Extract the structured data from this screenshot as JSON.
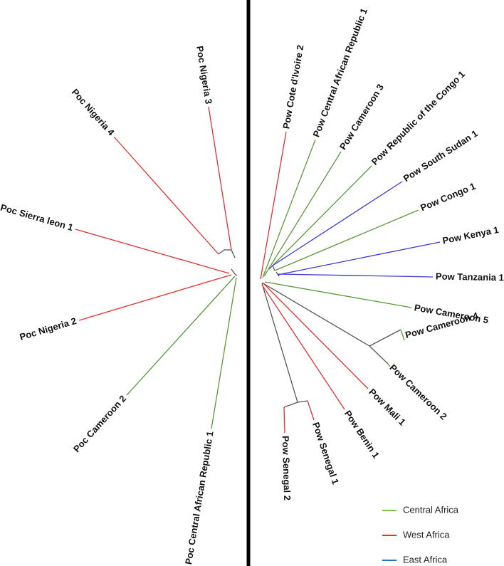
{
  "colors": {
    "central": "#5a9a3c",
    "west": "#e03030",
    "east": "#3b3bd6",
    "internal": "#555555",
    "divider": "#000000"
  },
  "legend": [
    {
      "label": "Central Africa",
      "color": "#7ac143"
    },
    {
      "label": "West Africa",
      "color": "#e03030"
    },
    {
      "label": "East Africa",
      "color": "#2a6fbd"
    }
  ],
  "left_tree": {
    "leaves": [
      {
        "name": "Poc Nigeria 3",
        "region": "west"
      },
      {
        "name": "Poc Nigeria 4",
        "region": "west"
      },
      {
        "name": "Poc Sierra leon 1",
        "region": "west"
      },
      {
        "name": "Poc Nigeria 2",
        "region": "west"
      },
      {
        "name": "Poc Cameroon 2",
        "region": "central"
      },
      {
        "name": "Poc Central African Republic 1",
        "region": "central"
      }
    ]
  },
  "right_tree": {
    "leaves": [
      {
        "name": "Pow Cote d'Ivoire 2",
        "region": "west"
      },
      {
        "name": "Pow Central African Republic 1",
        "region": "central"
      },
      {
        "name": "Pow Cameroon 3",
        "region": "central"
      },
      {
        "name": "Pow Republic of the Congo 1",
        "region": "central"
      },
      {
        "name": "Pow South Sudan 1",
        "region": "east"
      },
      {
        "name": "Pow Congo 1",
        "region": "central"
      },
      {
        "name": "Pow Kenya 1",
        "region": "east"
      },
      {
        "name": "Pow Tanzania 1",
        "region": "east"
      },
      {
        "name": "Pow Cameroon 5",
        "region": "central"
      },
      {
        "name": "Pow Cameroon 4",
        "region": "central"
      },
      {
        "name": "Pow Cameroon 2",
        "region": "central"
      },
      {
        "name": "Pow Mali 1",
        "region": "west"
      },
      {
        "name": "Pow Benin 1",
        "region": "west"
      },
      {
        "name": "Pow Senegal 1",
        "region": "west"
      },
      {
        "name": "Pow Senegal 2",
        "region": "west"
      }
    ]
  }
}
